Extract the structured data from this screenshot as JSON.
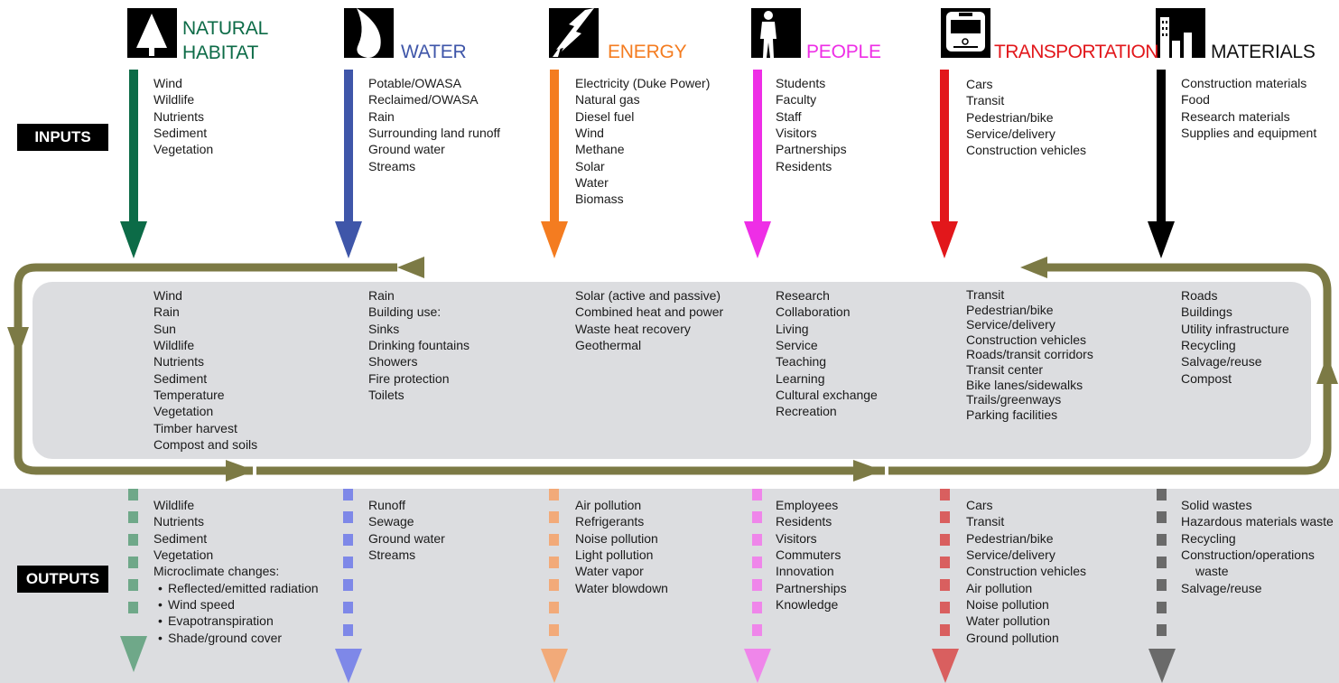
{
  "labels": {
    "inputs": "INPUTS",
    "outputs": "OUTPUTS"
  },
  "colors": {
    "natural_habitat": "#0c6b47",
    "water": "#3f56a9",
    "energy": "#f47c20",
    "people": "#ee2ee6",
    "transportation": "#e2171b",
    "materials": "#000000",
    "cycle": "#7c7a45",
    "natural_habitat_out": "#6fa889",
    "water_out": "#7e88e8",
    "energy_out": "#f2aa79",
    "people_out": "#ef86ea",
    "transportation_out": "#d95f5f",
    "materials_out": "#6a6a6a"
  },
  "categories": [
    {
      "key": "natural_habitat",
      "icon": "tree-icon",
      "title_lines": [
        "NATURAL",
        "HABITAT"
      ],
      "inputs": [
        "Wind",
        "Wildlife",
        "Nutrients",
        "Sediment",
        "Vegetation"
      ],
      "cycle": [
        "Wind",
        "Rain",
        "Sun",
        "Wildlife",
        "Nutrients",
        "Sediment",
        "Temperature",
        "Vegetation",
        "Timber harvest",
        "Compost and soils"
      ],
      "outputs": [
        "Wildlife",
        "Nutrients",
        "Sediment",
        "Vegetation",
        "Microclimate changes:"
      ],
      "output_bullets": [
        "Reflected/emitted radiation",
        "Wind speed",
        "Evapotranspiration",
        "Shade/ground cover"
      ]
    },
    {
      "key": "water",
      "icon": "water-drop-icon",
      "title_lines": [
        "WATER"
      ],
      "inputs": [
        "Potable/OWASA",
        "Reclaimed/OWASA",
        "Rain",
        "Surrounding land runoff",
        "Ground water",
        "Streams"
      ],
      "cycle": [
        "Rain",
        "Building use:",
        "Sinks",
        "Drinking fountains",
        "Showers",
        "Fire protection",
        "Toilets"
      ],
      "outputs": [
        "Runoff",
        "Sewage",
        "Ground water",
        "Streams"
      ]
    },
    {
      "key": "energy",
      "icon": "lightning-icon",
      "title_lines": [
        "ENERGY"
      ],
      "inputs": [
        "Electricity (Duke Power)",
        "Natural gas",
        "Diesel fuel",
        "Wind",
        "Methane",
        "Solar",
        "Water",
        "Biomass"
      ],
      "cycle": [
        "Solar (active and passive)",
        "Combined heat and power",
        "Waste heat recovery",
        "Geothermal"
      ],
      "outputs": [
        "Air pollution",
        "Refrigerants",
        "Noise pollution",
        "Light pollution",
        "Water vapor",
        "Water blowdown"
      ]
    },
    {
      "key": "people",
      "icon": "person-icon",
      "title_lines": [
        "PEOPLE"
      ],
      "inputs": [
        "Students",
        "Faculty",
        "Staff",
        "Visitors",
        "Partnerships",
        "Residents"
      ],
      "cycle": [
        "Research",
        "Collaboration",
        "Living",
        "Service",
        "Teaching",
        "Learning",
        "Cultural exchange",
        "Recreation"
      ],
      "outputs": [
        "Employees",
        "Residents",
        "Visitors",
        "Commuters",
        "Innovation",
        "Partnerships",
        "Knowledge"
      ]
    },
    {
      "key": "transportation",
      "icon": "train-icon",
      "title_lines": [
        "TRANSPORTATION"
      ],
      "inputs": [
        "Cars",
        "Transit",
        "Pedestrian/bike",
        "Service/delivery",
        "Construction vehicles"
      ],
      "cycle": [
        "Transit",
        "Pedestrian/bike",
        "Service/delivery",
        "Construction vehicles",
        "Roads/transit corridors",
        "Transit center",
        "Bike lanes/sidewalks",
        "Trails/greenways",
        "Parking facilities"
      ],
      "outputs": [
        "Cars",
        "Transit",
        "Pedestrian/bike",
        "Service/delivery",
        "Construction vehicles",
        "Air pollution",
        "Noise pollution",
        "Water pollution",
        "Ground pollution"
      ]
    },
    {
      "key": "materials",
      "icon": "buildings-icon",
      "title_lines": [
        "MATERIALS"
      ],
      "inputs": [
        "Construction materials",
        "Food",
        "Research materials",
        "Supplies and equipment"
      ],
      "cycle": [
        "Roads",
        "Buildings",
        "Utility infrastructure",
        "Recycling",
        "Salvage/reuse",
        "Compost"
      ],
      "outputs": [
        "Solid wastes",
        "Hazardous materials waste",
        "Recycling",
        "Construction/operations",
        "waste",
        "Salvage/reuse"
      ]
    }
  ]
}
